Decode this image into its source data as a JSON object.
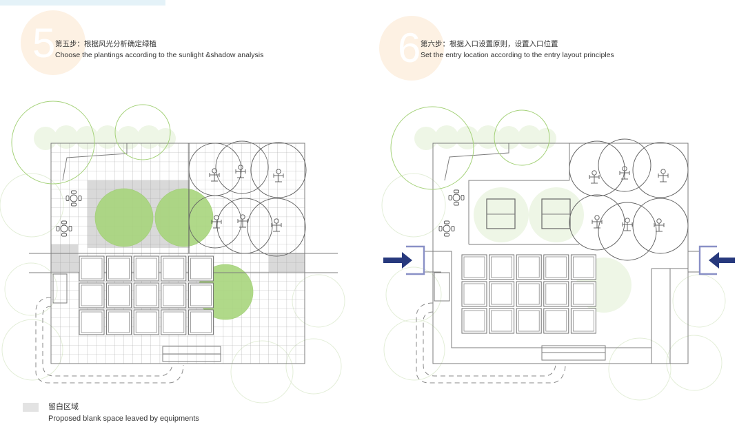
{
  "steps": [
    {
      "number": "5",
      "title_cn": "第五步：根据风光分析确定绿植",
      "title_en": "Choose the plantings according to the sunlight &shadow analysis"
    },
    {
      "number": "6",
      "title_cn": "第六步：根据入口设置原则，设置入口位置",
      "title_en": "Set the entry location according to the entry layout principles"
    }
  ],
  "legend": {
    "label_cn": "留白区域",
    "label_en": "Proposed blank space leaved by equipments"
  },
  "colors": {
    "planting_green": "#a8d57d",
    "pale_green": "#eef6e6",
    "blank_space_gray": "#d9d9d9",
    "entry_arrow_navy": "#27397d",
    "entry_bracket": "#8990c6",
    "step_badge": "#fdf1e3"
  },
  "icons": {
    "table": "table-chairs-icon",
    "fitness": "fitness-equipment-icon",
    "entry": "entry-arrow-icon"
  }
}
